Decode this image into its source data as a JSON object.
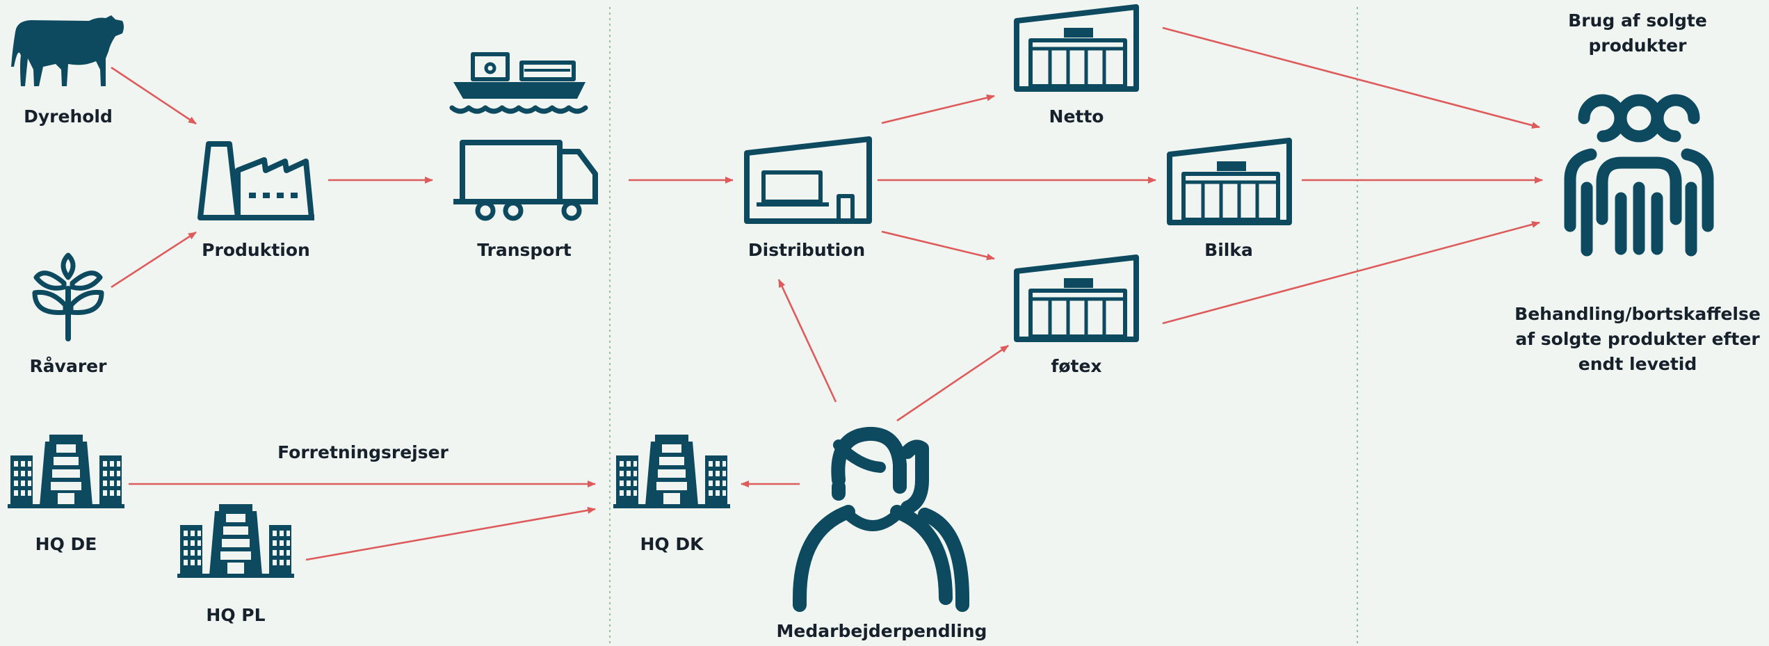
{
  "nodes": {
    "dyrehold": "Dyrehold",
    "raavarer": "Råvarer",
    "produktion": "Produktion",
    "transport": "Transport",
    "distribution": "Distribution",
    "netto": "Netto",
    "bilka": "Bilka",
    "fotex": "føtex",
    "hq_de": "HQ DE",
    "hq_pl": "HQ PL",
    "hq_dk": "HQ DK",
    "medarbejderpendling": "Medarbejderpendling",
    "brug": "Brug af solgte produkter",
    "behandling": "Behandling/bortskaffelse af solgte produkter efter endt levetid"
  },
  "edge_labels": {
    "forretningsrejser": "Forretningsrejser"
  },
  "colors": {
    "icon": "#0d4a5f",
    "arrow": "#de5b5b",
    "divider": "#8fc19a",
    "background": "#f1f5f2"
  },
  "icons": [
    "cow-icon",
    "wheat-icon",
    "factory-icon",
    "ship-icon",
    "truck-icon",
    "warehouse-icon",
    "store-icon",
    "office-building-icon",
    "employees-icon",
    "consumers-icon"
  ]
}
